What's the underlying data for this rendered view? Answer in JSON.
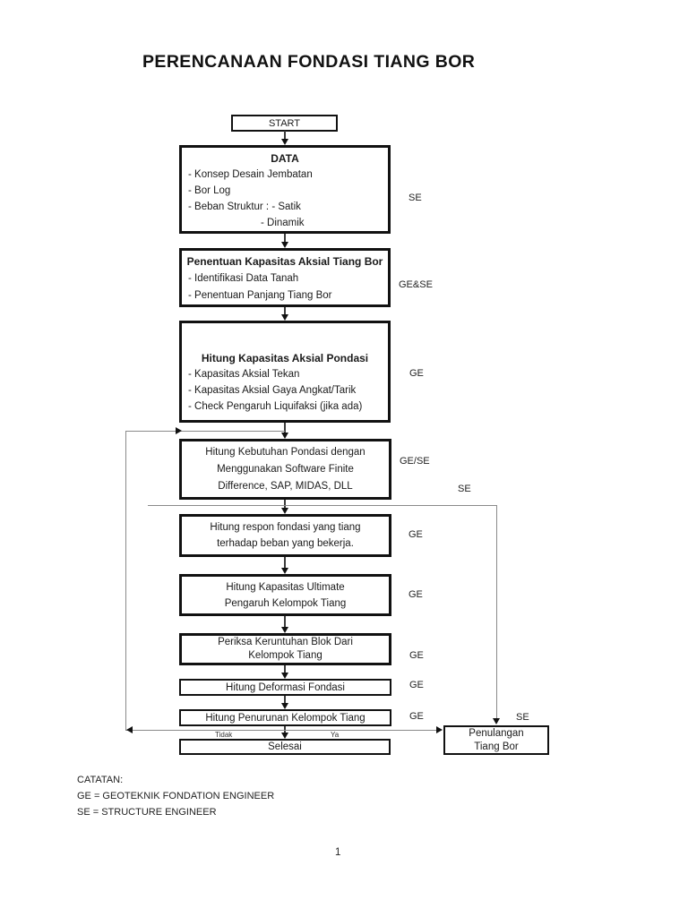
{
  "page": {
    "title": "PERENCANAAN FONDASI TIANG BOR",
    "page_number": "1"
  },
  "flowchart": {
    "start_label": "START",
    "data_box": {
      "title": "DATA",
      "items": [
        "- Konsep Desain Jembatan",
        "- Bor Log",
        "- Beban Struktur : - Satik",
        "- Dinamik"
      ],
      "side_label": "SE"
    },
    "penentuan_box": {
      "title": "Penentuan Kapasitas Aksial Tiang Bor",
      "items": [
        "- Identifikasi Data Tanah",
        "- Penentuan Panjang Tiang Bor"
      ],
      "side_label": "GE&SE"
    },
    "kapasitas_box": {
      "title": "Hitung Kapasitas Aksial Pondasi",
      "items": [
        "- Kapasitas Aksial Tekan",
        "- Kapasitas Aksial Gaya Angkat/Tarik",
        "- Check Pengaruh Liquifaksi (jika ada)"
      ],
      "side_label": "GE"
    },
    "kebutuhan_box": {
      "lines": [
        "Hitung Kebutuhan Pondasi dengan",
        "Menggunakan Software Finite",
        "Difference, SAP, MIDAS, DLL"
      ],
      "side_label": "GE/SE"
    },
    "respon_box": {
      "lines": [
        "Hitung respon fondasi yang tiang",
        "terhadap beban yang bekerja."
      ],
      "side_label": "GE"
    },
    "ultimate_box": {
      "lines": [
        "Hitung Kapasitas Ultimate",
        "Pengaruh Kelompok Tiang"
      ],
      "side_label": "GE"
    },
    "periksa_box": {
      "lines": [
        "Periksa Keruntuhan Blok Dari",
        "Kelompok Tiang"
      ],
      "side_label": "GE"
    },
    "deformasi_box": {
      "label": "Hitung Deformasi Fondasi",
      "side_label": "GE"
    },
    "penurunan_box": {
      "label": "Hitung Penurunan Kelompok Tiang",
      "side_label": "GE"
    },
    "selesai_label": "Selesai",
    "penulangan_box": {
      "lines": [
        "Penulangan",
        "Tiang Bor"
      ]
    },
    "branch_labels": {
      "tidak": "Tidak",
      "ya": "Ya",
      "se_branch_top": "SE",
      "se_branch_bottom": "SE"
    }
  },
  "notes": {
    "heading": "CATATAN:",
    "lines": [
      "GE = GEOTEKNIK FONDATION ENGINEER",
      "SE = STRUCTURE ENGINEER"
    ]
  },
  "colors": {
    "box_border": "#111111",
    "connector_gray": "#8a8a8a",
    "text": "#1a1a1a",
    "background": "#ffffff"
  }
}
